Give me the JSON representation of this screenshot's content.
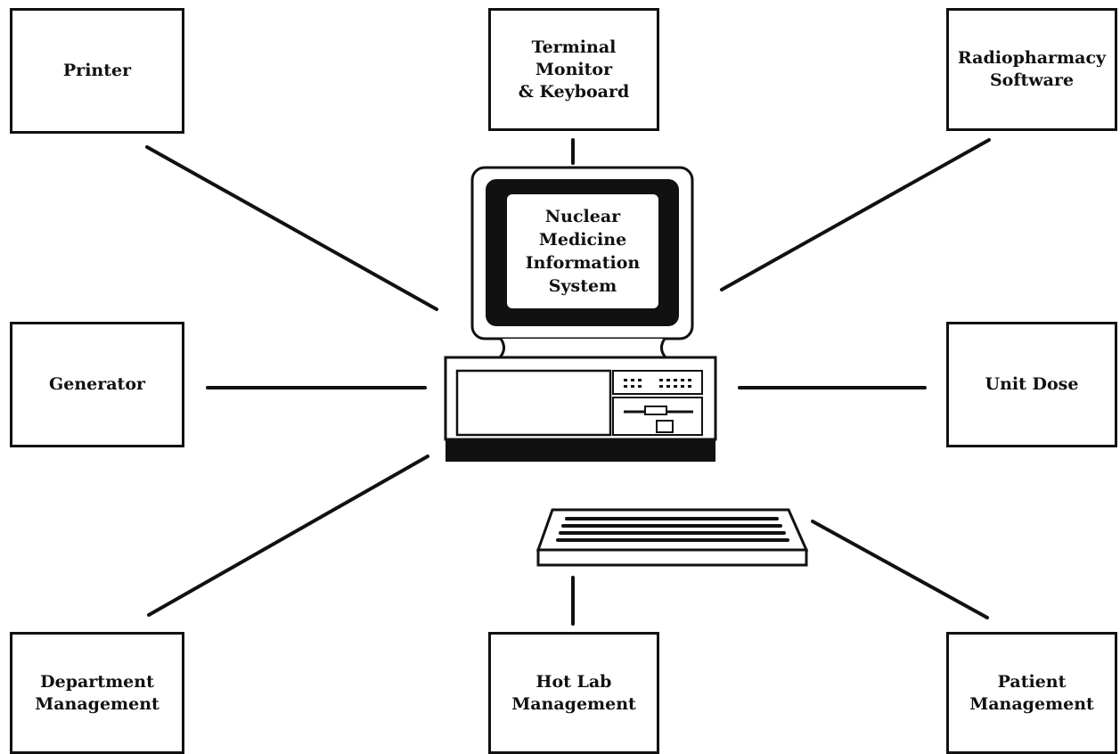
{
  "center": {
    "label": "Nuclear\nMedicine\nInformation\nSystem"
  },
  "nodes": {
    "printer": "Printer",
    "terminal": "Terminal\nMonitor\n& Keyboard",
    "radiopharmacy": "Radiopharmacy\nSoftware",
    "generator": "Generator",
    "unit_dose": "Unit Dose",
    "department": "Department\nManagement",
    "hot_lab": "Hot Lab\nManagement",
    "patient": "Patient\nManagement"
  }
}
